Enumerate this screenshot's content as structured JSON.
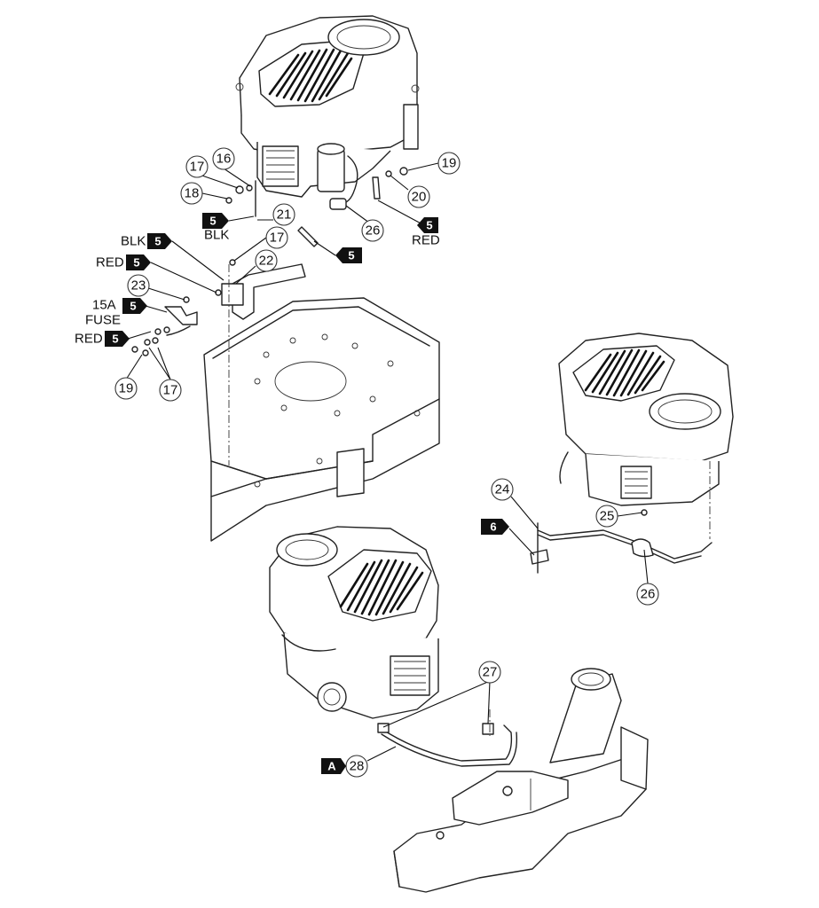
{
  "callouts": [
    {
      "id": "c16",
      "text": "16"
    },
    {
      "id": "c17a",
      "text": "17"
    },
    {
      "id": "c18",
      "text": "18"
    },
    {
      "id": "c19a",
      "text": "19"
    },
    {
      "id": "c20",
      "text": "20"
    },
    {
      "id": "c21",
      "text": "21"
    },
    {
      "id": "c17b",
      "text": "17"
    },
    {
      "id": "c26a",
      "text": "26"
    },
    {
      "id": "c22",
      "text": "22"
    },
    {
      "id": "c23",
      "text": "23"
    },
    {
      "id": "c19b",
      "text": "19"
    },
    {
      "id": "c17c",
      "text": "17"
    },
    {
      "id": "c24",
      "text": "24"
    },
    {
      "id": "c25",
      "text": "25"
    },
    {
      "id": "c26b",
      "text": "26"
    },
    {
      "id": "c27",
      "text": "27"
    },
    {
      "id": "c28",
      "text": "28"
    }
  ],
  "tags": [
    {
      "id": "t5_blk_top",
      "text": "5"
    },
    {
      "id": "t5_red_top",
      "text": "5"
    },
    {
      "id": "t5_mid",
      "text": "5"
    },
    {
      "id": "t5_blk",
      "text": "5"
    },
    {
      "id": "t5_red1",
      "text": "5"
    },
    {
      "id": "t5_fuse",
      "text": "5"
    },
    {
      "id": "t5_red2",
      "text": "5"
    },
    {
      "id": "t6",
      "text": "6"
    },
    {
      "id": "tA",
      "text": "A"
    }
  ],
  "labels": {
    "blk_under": "BLK",
    "red_under": "RED",
    "blk_left": "BLK",
    "red_left": "RED",
    "fuse_15a": "15A",
    "fuse_word": "FUSE",
    "red_left2": "RED"
  }
}
